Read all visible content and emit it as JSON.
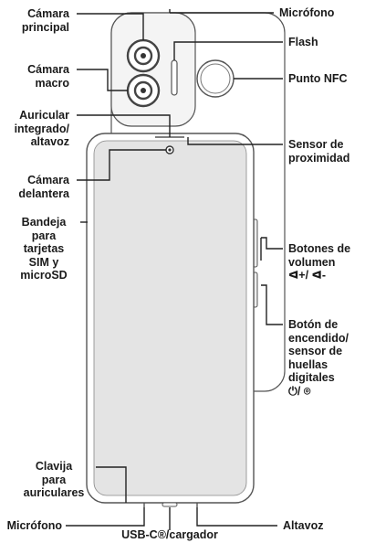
{
  "labels": {
    "camara_principal": [
      "Cámara",
      "principal"
    ],
    "camara_macro": [
      "Cámara",
      "macro"
    ],
    "auricular": [
      "Auricular",
      "integrado/",
      "altavoz"
    ],
    "camara_delantera": [
      "Cámara",
      "delantera"
    ],
    "bandeja": [
      "Bandeja",
      "para",
      "tarjetas",
      "SIM y",
      "microSD"
    ],
    "clavija": [
      "Clavija",
      "para",
      "auriculares"
    ],
    "microfono_bottom": [
      "Micrófono"
    ],
    "usb": [
      "USB-C®/cargador"
    ],
    "altavoz": [
      "Altavoz"
    ],
    "microfono_top": [
      "Micrófono"
    ],
    "flash": [
      "Flash"
    ],
    "nfc": [
      "Punto NFC"
    ],
    "sensor_proximidad": [
      "Sensor de",
      "proximidad"
    ],
    "botones_volumen": [
      "Botones de",
      "volumen",
      "ᐊ+/ ᐊ-"
    ],
    "boton_encendido": [
      "Botón de",
      "encendido/",
      "sensor de",
      "huellas",
      "digitales",
      "⏻/ ⌾"
    ]
  },
  "colors": {
    "outline": "#555555",
    "screen": "#e4e4e4",
    "body": "#ffffff",
    "text": "#1a1a1a"
  }
}
